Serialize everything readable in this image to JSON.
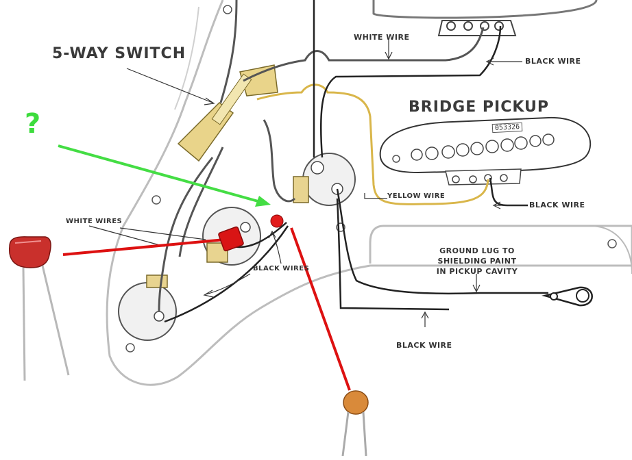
{
  "labels": {
    "switch": "5-WAY SWITCH",
    "bridge": "BRIDGE PICKUP",
    "white_wire": "WHITE WIRE",
    "black_wire_top": "BLACK WIRE",
    "black_wire_right": "BLACK WIRE",
    "yellow_wire": "YELLOW WIRE",
    "white_wires": "WHITE WIRES",
    "black_wires": "BLACK WIRES",
    "ground_lug_line1": "GROUND LUG TO",
    "ground_lug_line2": "SHIELDING PAINT",
    "ground_lug_line3": "IN PICKUP CAVITY",
    "black_wire_bottom": "BLACK WIRE",
    "serial": "053326",
    "question": "?"
  },
  "colors": {
    "green_arrow": "#44dd44",
    "red_arrow": "#dd1111",
    "yellow_wire": "#d9b64a",
    "capacitor": "#c9302c"
  }
}
